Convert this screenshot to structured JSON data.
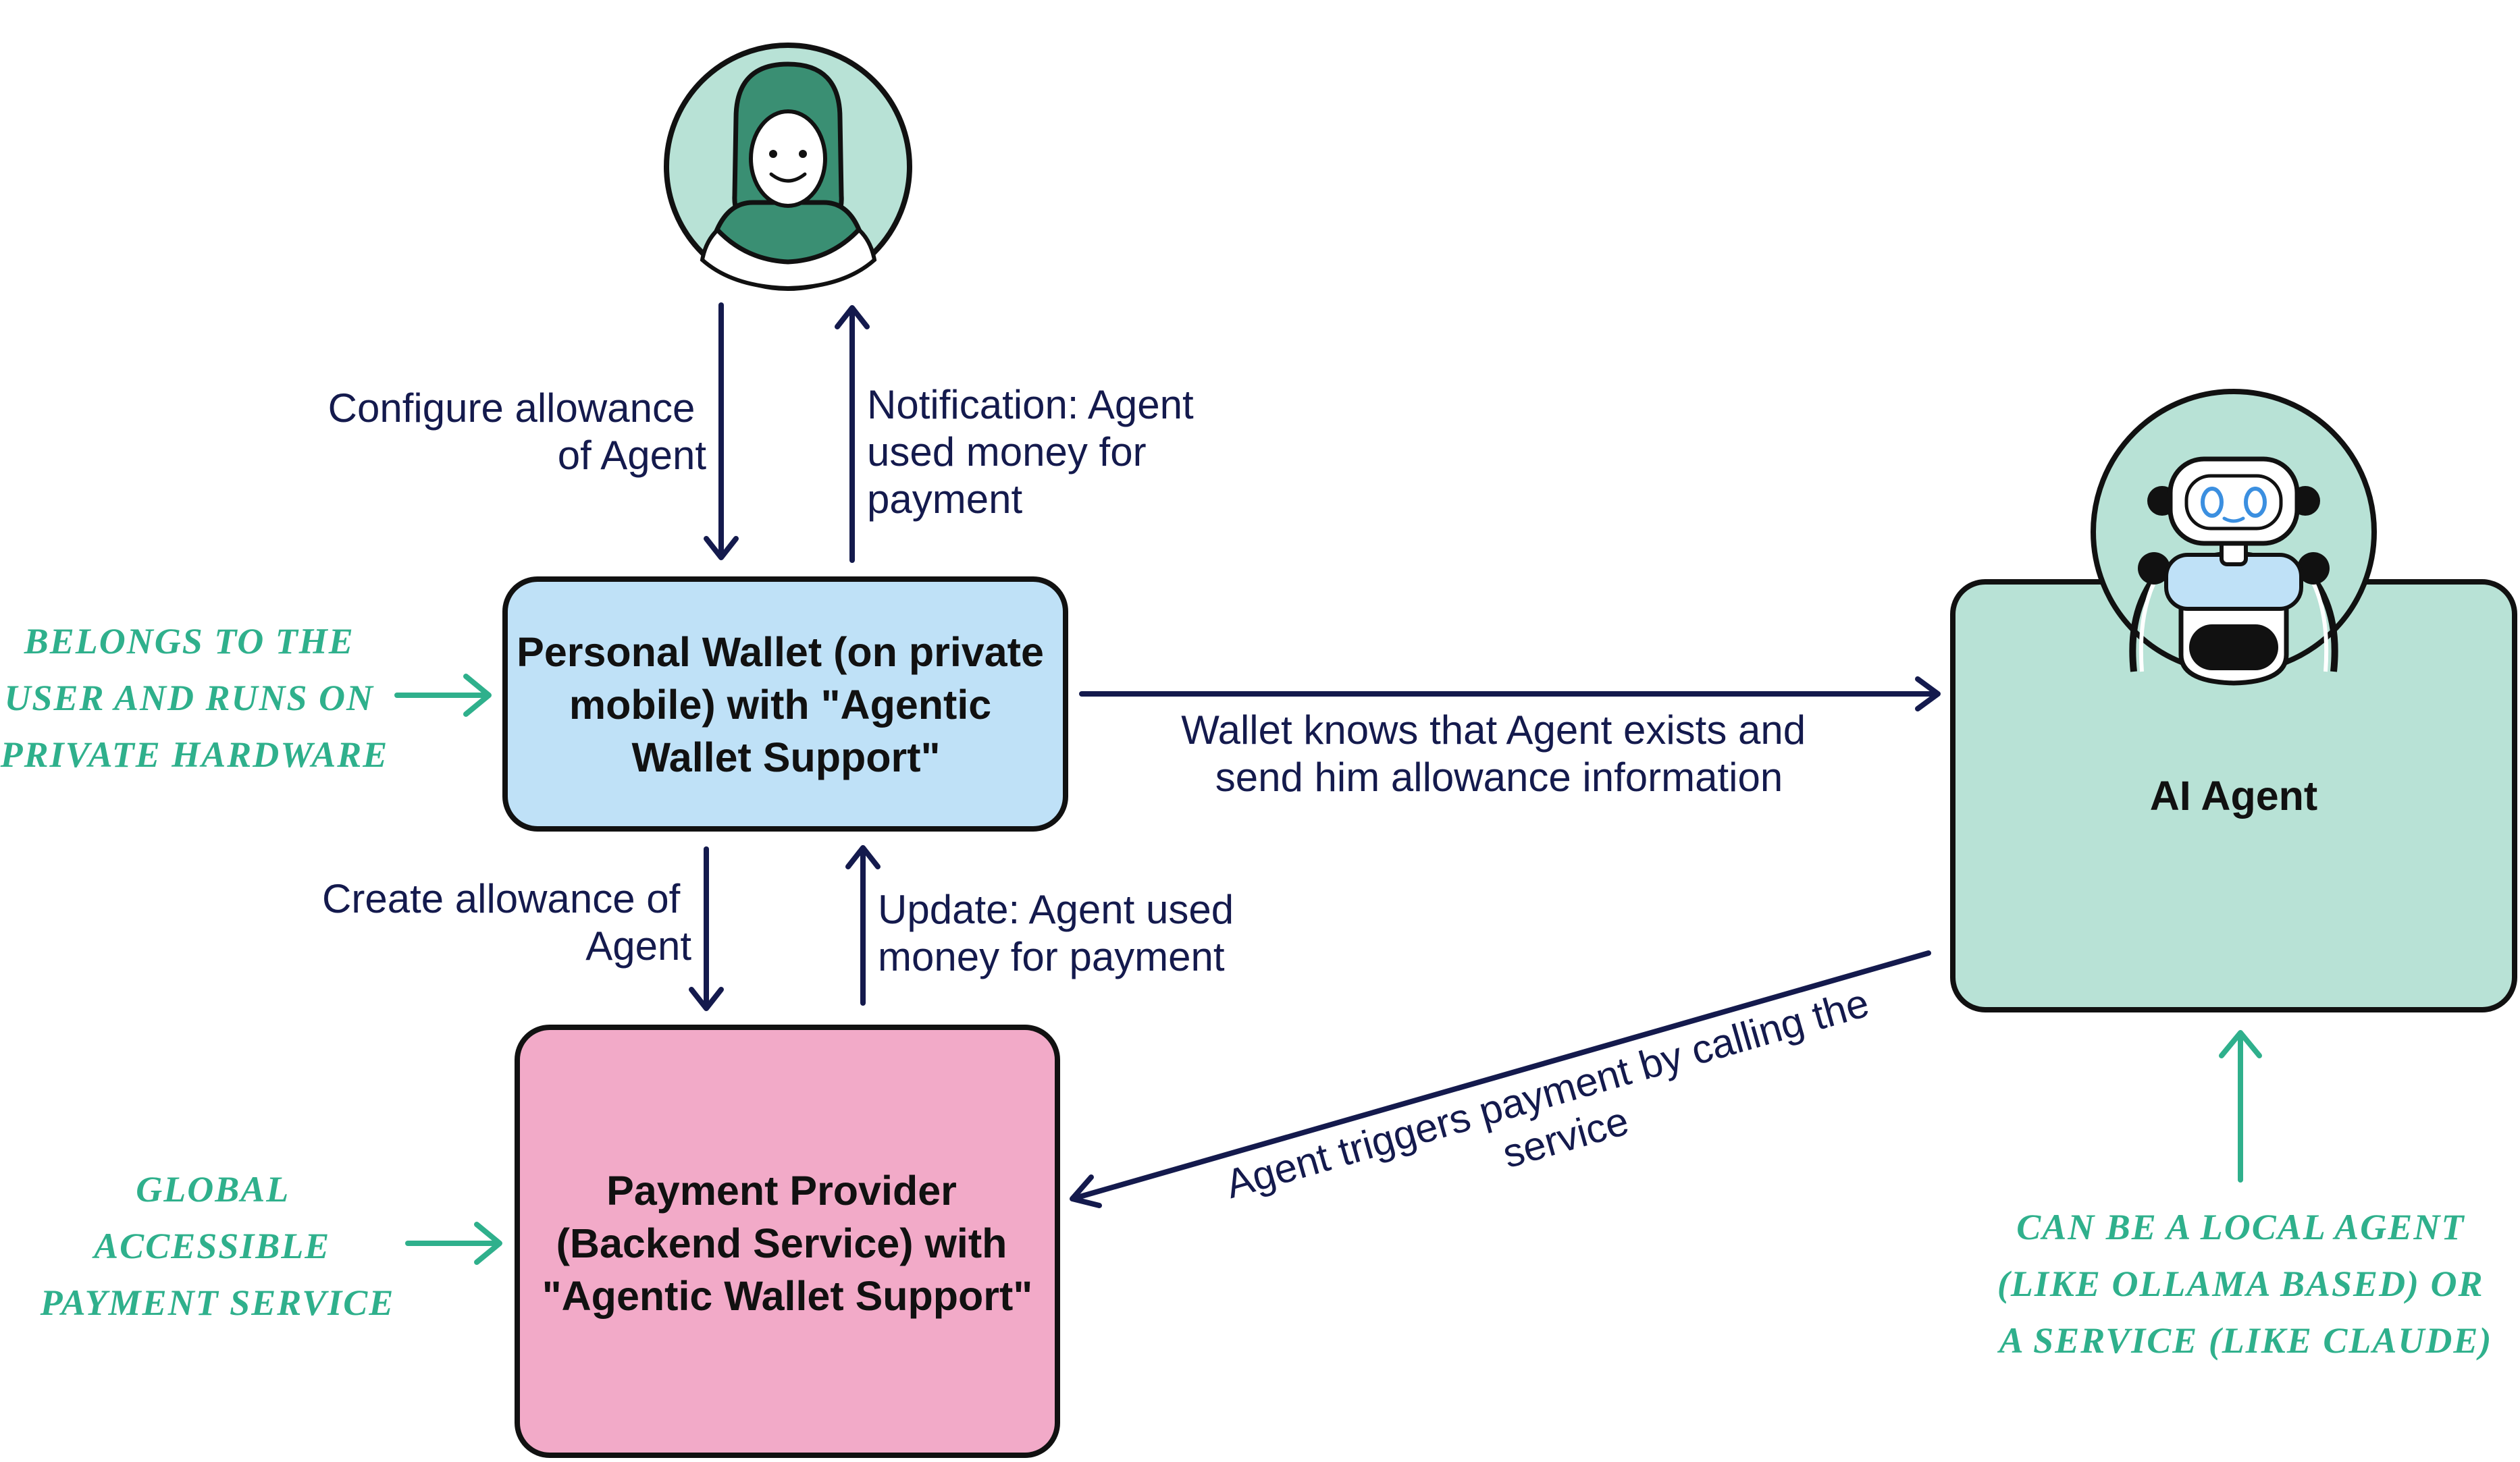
{
  "nodes": {
    "personal_wallet": {
      "lines": [
        "Personal Wallet (on private",
        "mobile) with \"Agentic",
        "Wallet Support\""
      ],
      "fill": "#bfe1f7"
    },
    "payment_provider": {
      "lines": [
        "Payment Provider",
        "(Backend Service) with",
        "\"Agentic Wallet Support\""
      ],
      "fill": "#f2aac8"
    },
    "ai_agent": {
      "label": "AI Agent",
      "fill": "#b8e2d6"
    }
  },
  "icons": {
    "user": "user-avatar-icon",
    "robot": "robot-icon"
  },
  "edges": {
    "configure": [
      "Configure allowance",
      "of Agent"
    ],
    "notification": [
      "Notification: Agent",
      "used  money for",
      "payment"
    ],
    "wallet_knows": [
      "Wallet knows that Agent exists and",
      "send him allowance information"
    ],
    "create_allowance": [
      "Create allowance of",
      "Agent"
    ],
    "update": [
      "Update: Agent used",
      "money for payment"
    ],
    "agent_triggers": [
      "Agent triggers payment by calling the",
      "service"
    ]
  },
  "notes": {
    "wallet_note": [
      "BELONGS TO THE",
      "USER AND RUNS ON",
      "PRIVATE HARDWARE"
    ],
    "provider_note": [
      "GLOBAL",
      "ACCESSIBLE",
      "PAYMENT SERVICE"
    ],
    "agent_note": [
      "CAN BE A LOCAL AGENT",
      "(LIKE OLLAMA BASED) OR",
      "A SERVICE (LIKE CLAUDE)"
    ]
  },
  "colors": {
    "arrow": "#141a4d",
    "note": "#2fb08c",
    "avatar_bg": "#b8e2d6",
    "avatar_accent": "#3a8f73"
  }
}
